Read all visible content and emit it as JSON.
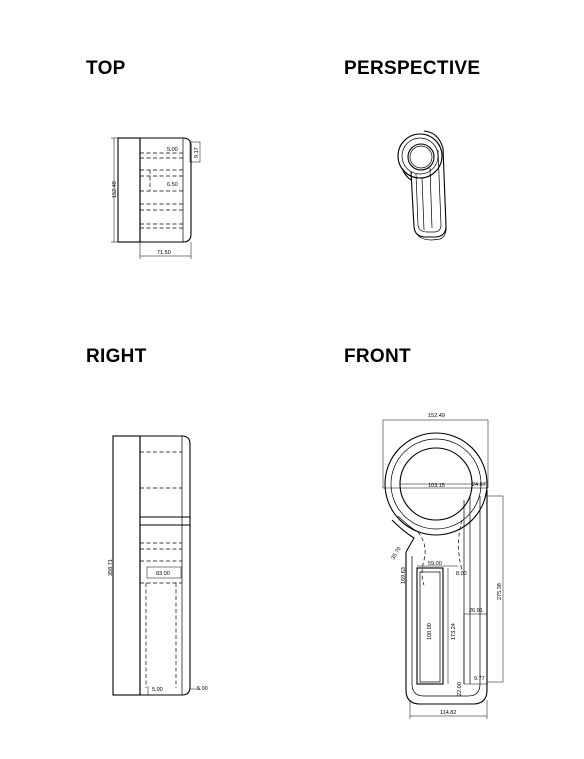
{
  "views": {
    "top": "TOP",
    "perspective": "PERSPECTIVE",
    "right": "RIGHT",
    "front": "FRONT"
  },
  "dims": {
    "top": {
      "wall": "5.00",
      "tab": "9.17",
      "inner": "6.50",
      "height": "152.49",
      "width": "71.50"
    },
    "right": {
      "height": "358.71",
      "slot": "83.00",
      "base": "5.00",
      "base2": "5.00"
    },
    "front": {
      "width": "152.49",
      "hole": "103.15",
      "rim": "24.67",
      "angle": "35.70",
      "neck": "59.00",
      "neck_gap": "8.00",
      "hook": "169.63",
      "height": "275.38",
      "inner_w": "26.91",
      "slot_h": "100.00",
      "slot_l": "173.24",
      "foot": "9.77",
      "foot2": "22.00",
      "base": "114.82"
    }
  }
}
